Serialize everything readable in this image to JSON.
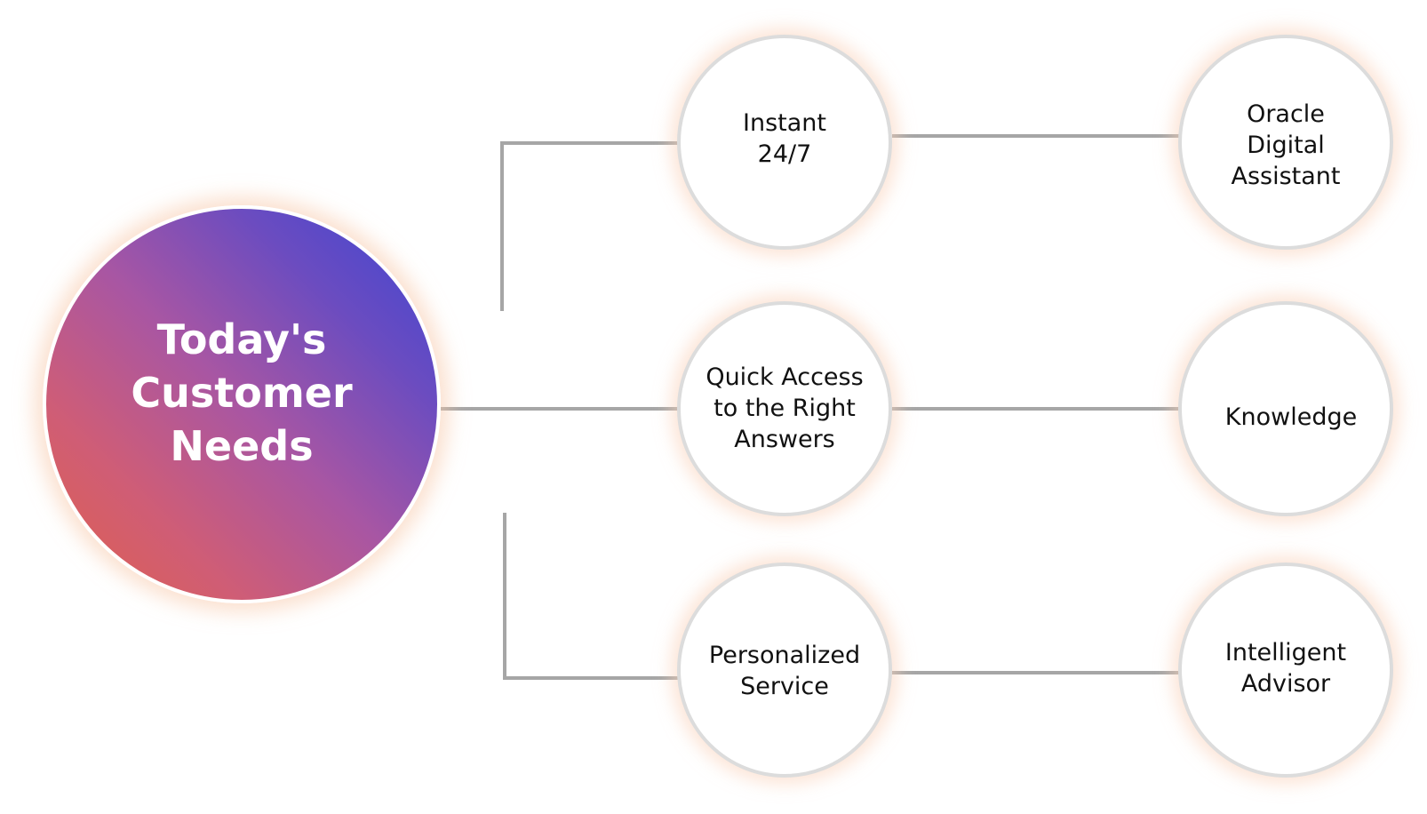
{
  "diagram": {
    "hub": {
      "label": "Today's Customer Needs",
      "gradient_colors": [
        "#3b45d4",
        "#a856a3",
        "#e1604a"
      ]
    },
    "needs": [
      {
        "label": "Instant\n24/7"
      },
      {
        "label": "Quick Access\nto the Right\nAnswers"
      },
      {
        "label": "Personalized\nService"
      }
    ],
    "solutions": [
      {
        "label": "Oracle\nDigital\nAssistant"
      },
      {
        "label": "Knowledge"
      },
      {
        "label": "Intelligent\nAdvisor"
      }
    ],
    "connections": [
      {
        "from": "Today's Customer Needs",
        "to": "Instant 24/7"
      },
      {
        "from": "Today's Customer Needs",
        "to": "Quick Access to the Right Answers"
      },
      {
        "from": "Today's Customer Needs",
        "to": "Personalized Service"
      },
      {
        "from": "Instant 24/7",
        "to": "Oracle Digital Assistant"
      },
      {
        "from": "Quick Access to the Right Answers",
        "to": "Knowledge"
      },
      {
        "from": "Personalized Service",
        "to": "Intelligent Advisor"
      }
    ],
    "colors": {
      "connector": "#a6a6a6",
      "node_border": "#dcdcdc",
      "glow": "#f8c8aa",
      "text": "#111111"
    }
  }
}
